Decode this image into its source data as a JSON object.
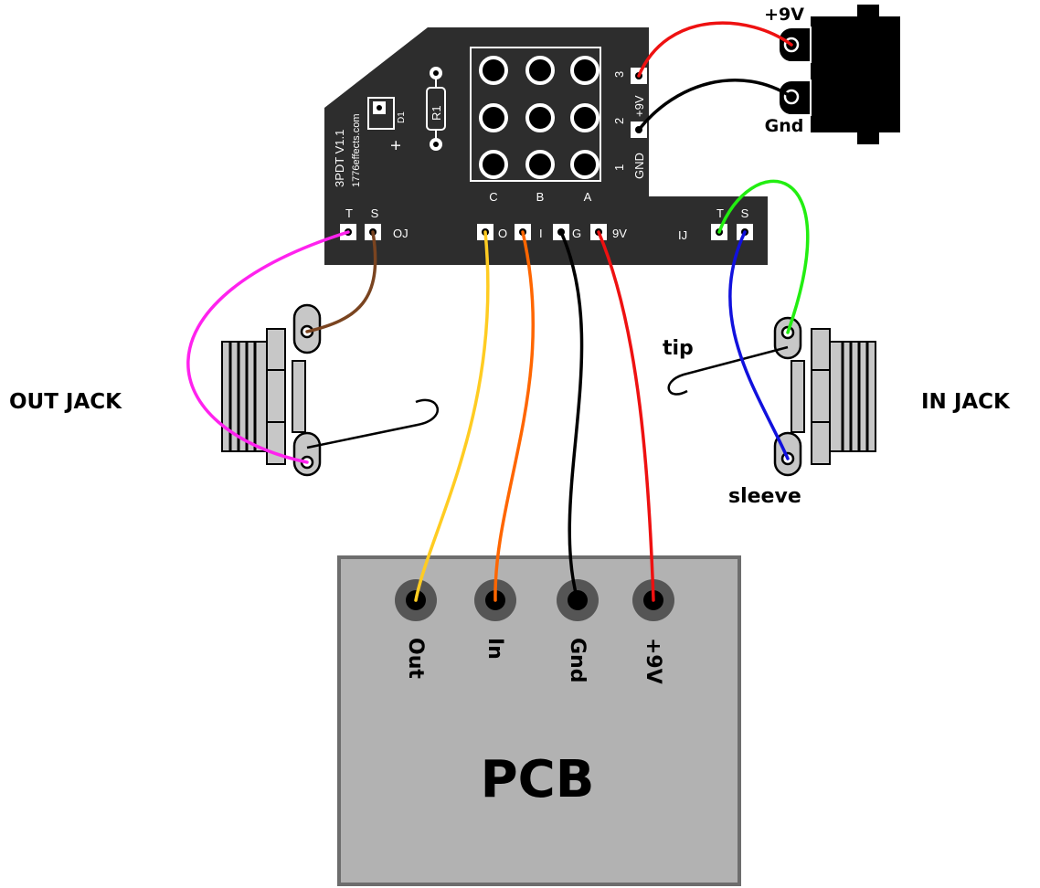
{
  "board": {
    "name": "3PDT V1.1",
    "site": "1776effects.com",
    "resistor": "R1",
    "diode": "D1",
    "diode_polarity": "+",
    "switch_columns": [
      "C",
      "B",
      "A"
    ],
    "switch_rows": [
      "3",
      "2",
      "1"
    ],
    "power_pads": [
      "+9V",
      "GND"
    ],
    "oj_pads": [
      "T",
      "S"
    ],
    "oj_label": "OJ",
    "ij_pads": [
      "T",
      "S"
    ],
    "ij_label": "IJ",
    "mid_pads": [
      "O",
      "I",
      "G",
      "9V"
    ]
  },
  "labels": {
    "dc_plus": "+9V",
    "dc_gnd": "Gnd",
    "out_jack": "OUT JACK",
    "in_jack": "IN JACK",
    "tip": "tip",
    "sleeve": "sleeve",
    "pcb_title": "PCB",
    "pcb_pins": [
      "Out",
      "In",
      "Gnd",
      "+9V"
    ]
  },
  "wire_colors": {
    "red": "#ee1111",
    "black": "#000000",
    "magenta": "#ff22ee",
    "brown": "#7a4420",
    "yellow": "#ffcc22",
    "orange": "#ff6600",
    "green": "#22ee11",
    "blue": "#1111dd"
  },
  "colors": {
    "board": "#2d2d2d",
    "pcb_fill": "#b2b2b2",
    "pcb_border": "#6d6d6d",
    "jack": "#c7c7c7"
  }
}
